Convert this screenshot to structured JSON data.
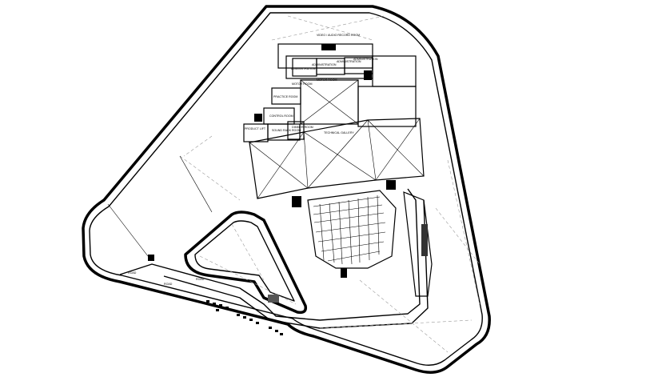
{
  "plan": {
    "rooms": {
      "video_audio_record": "VIDEO / AUDIO RECORD ROOM",
      "administration_1": "ADMINISTRATION",
      "administration_2": "ADMINISTRATION",
      "administration_3": "ADMINISTRATION",
      "administration_4": "ADMINISTRATION",
      "motor_room_1": "MOTOR ROOM",
      "motor_room_2": "MOTOR ROOM",
      "practice_room": "PRACTICE ROOM",
      "control_room": "CONTROL ROOM",
      "product_lift": "PRODUCT LIFT",
      "sound_rack_room": "SOUND RACK ROOM",
      "dimmer_room": "DIMMER ROOM",
      "technical_gallery": "TECHNICAL GALLERY"
    },
    "site_labels": {
      "road_1": "ROAD",
      "road_2": "ROAD",
      "road_3": "ROAD"
    }
  }
}
